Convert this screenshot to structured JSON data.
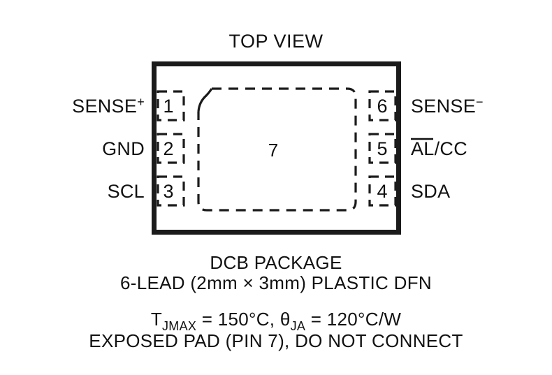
{
  "diagram": {
    "title": "TOP VIEW",
    "exposed_pad_number": "7",
    "pins_left": [
      {
        "number": "1",
        "label": "SENSE",
        "sup": "+"
      },
      {
        "number": "2",
        "label": "GND",
        "sup": ""
      },
      {
        "number": "3",
        "label": "SCL",
        "sup": ""
      }
    ],
    "pins_right": [
      {
        "number": "6",
        "label": "SENSE",
        "sup": "−"
      },
      {
        "number": "5",
        "label_barred": "AL",
        "label_rest": "/CC"
      },
      {
        "number": "4",
        "label": "SDA",
        "sup": ""
      }
    ],
    "caption": {
      "line1": "DCB PACKAGE",
      "line2": "6-LEAD (2mm × 3mm) PLASTIC DFN",
      "thermal": {
        "tj_symbol": "T",
        "tj_sub": "JMAX",
        "tj_value": " = 150°C, ",
        "theta_symbol": "θ",
        "theta_sub": "JA",
        "theta_value": " = 120°C/W"
      },
      "line4": "EXPOSED PAD (PIN 7), DO NOT CONNECT"
    }
  },
  "colors": {
    "ink": "#1b1b1b",
    "paper": "#ffffff"
  }
}
